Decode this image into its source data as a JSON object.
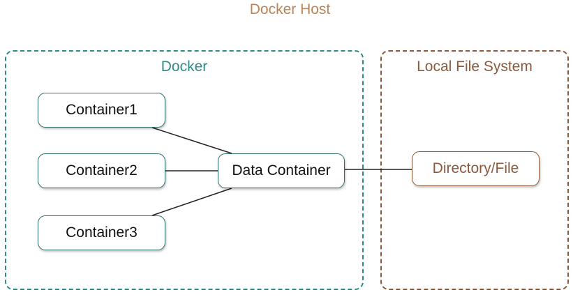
{
  "title": "Docker Host",
  "groups": {
    "docker": "Docker",
    "local_fs": "Local File System"
  },
  "nodes": {
    "container1": "Container1",
    "container2": "Container2",
    "container3": "Container3",
    "data_container": "Data Container",
    "directory_file": "Directory/File"
  },
  "colors": {
    "docker_accent": "#2f8a88",
    "fs_accent": "#8b5a3c",
    "title": "#b98457"
  }
}
